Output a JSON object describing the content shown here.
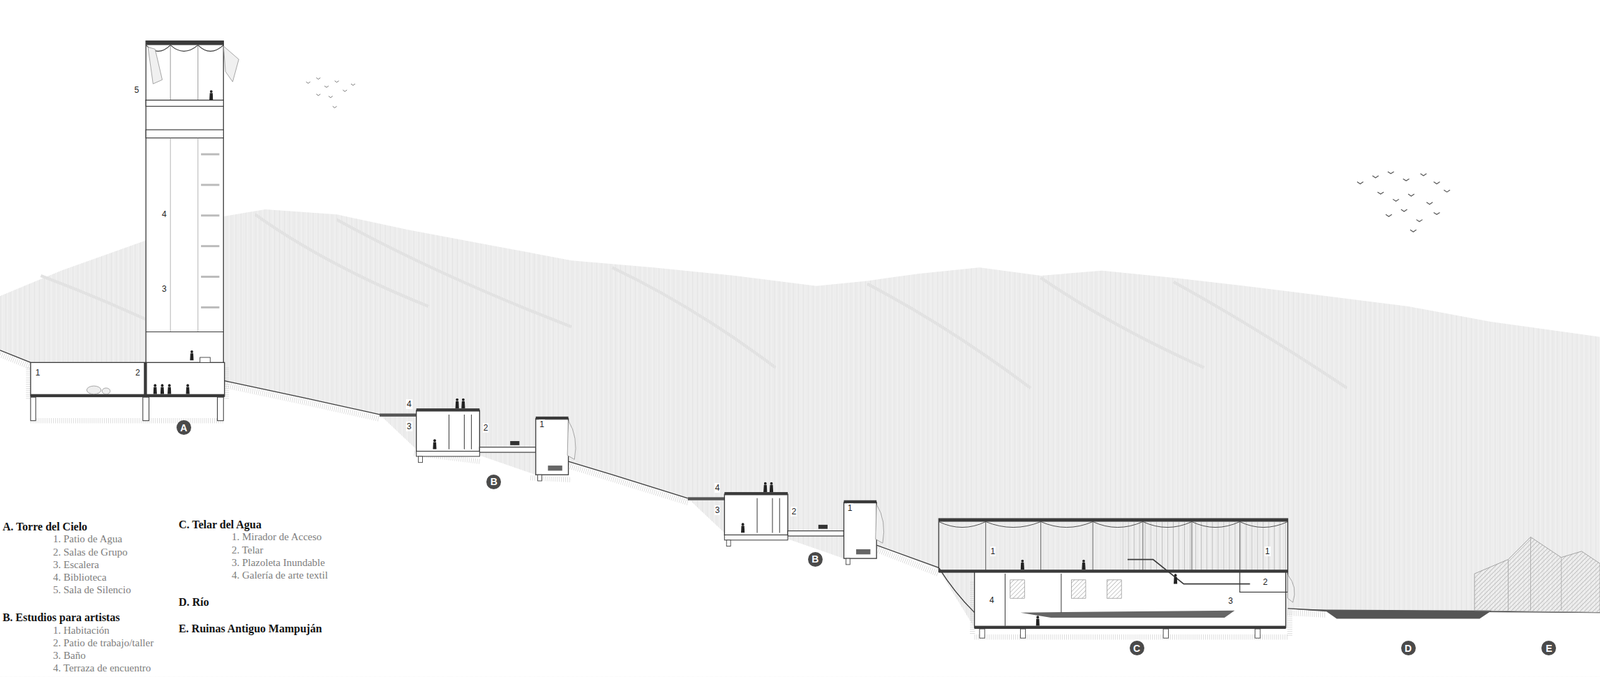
{
  "diagram": {
    "nodes": [
      {
        "text": [
          "A"
        ]
      },
      {
        "text": [
          "B"
        ]
      },
      {
        "text": [
          "B"
        ]
      },
      {
        "text": [
          "C"
        ]
      },
      {
        "text": [
          "D"
        ]
      },
      {
        "text": [
          "E"
        ]
      }
    ],
    "labels": [
      "A. Torre del Cielo",
      "1. Patio de Agua",
      "2. Salas de Grupo",
      "3. Escalera",
      "4. Biblioteca",
      "5. Sala de Silencio",
      "B. Estudios para artistas",
      "1. Habitación",
      "2. Patio de trabajo/taller",
      "3. Baño",
      "4. Terraza de encuentro",
      "C. Telar del Agua",
      "1. Mirador de Acceso",
      "2. Telar",
      "3. Plazoleta Inundable",
      "4. Galería de arte textil",
      "D. Río",
      "E. Ruinas Antiguo Mampuján",
      "5",
      "4",
      "3",
      "1",
      "2",
      "4",
      "3",
      "2",
      "1",
      "4",
      "3",
      "2",
      "1",
      "1",
      "1",
      "2",
      "4",
      "3"
    ]
  }
}
